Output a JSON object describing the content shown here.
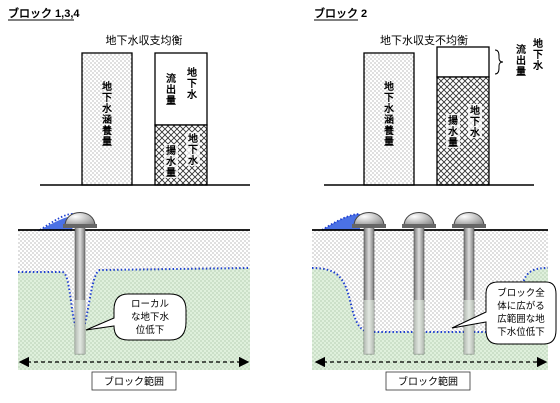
{
  "left": {
    "title": "ブロック 1,3,4",
    "heading": "地下水収支均衡",
    "recharge_label": [
      "地",
      "下",
      "水",
      "涵",
      "養",
      "量"
    ],
    "outflow_label": [
      "地下水",
      "流出量"
    ],
    "pumping_label": [
      "地下水",
      "揚水量"
    ],
    "callout": [
      "ローカル",
      "な地下水",
      "位低下"
    ],
    "range_label": "ブロック範囲"
  },
  "right": {
    "title": "ブロック 2",
    "heading": "地下水収支不均衡",
    "recharge_label": [
      "地",
      "下",
      "水",
      "涵",
      "養",
      "量"
    ],
    "outflow_side_label": [
      "地下水",
      "流出量"
    ],
    "pumping_label": [
      "地下水",
      "揚水量"
    ],
    "callout": [
      "ブロック全",
      "体に広がる",
      "広範囲な地",
      "下水位低下"
    ],
    "range_label": "ブロック範囲"
  },
  "colors": {
    "water_dots": "#1e3fd0",
    "aquifer_fill": "#dff0dc",
    "stipple": "#555555"
  }
}
